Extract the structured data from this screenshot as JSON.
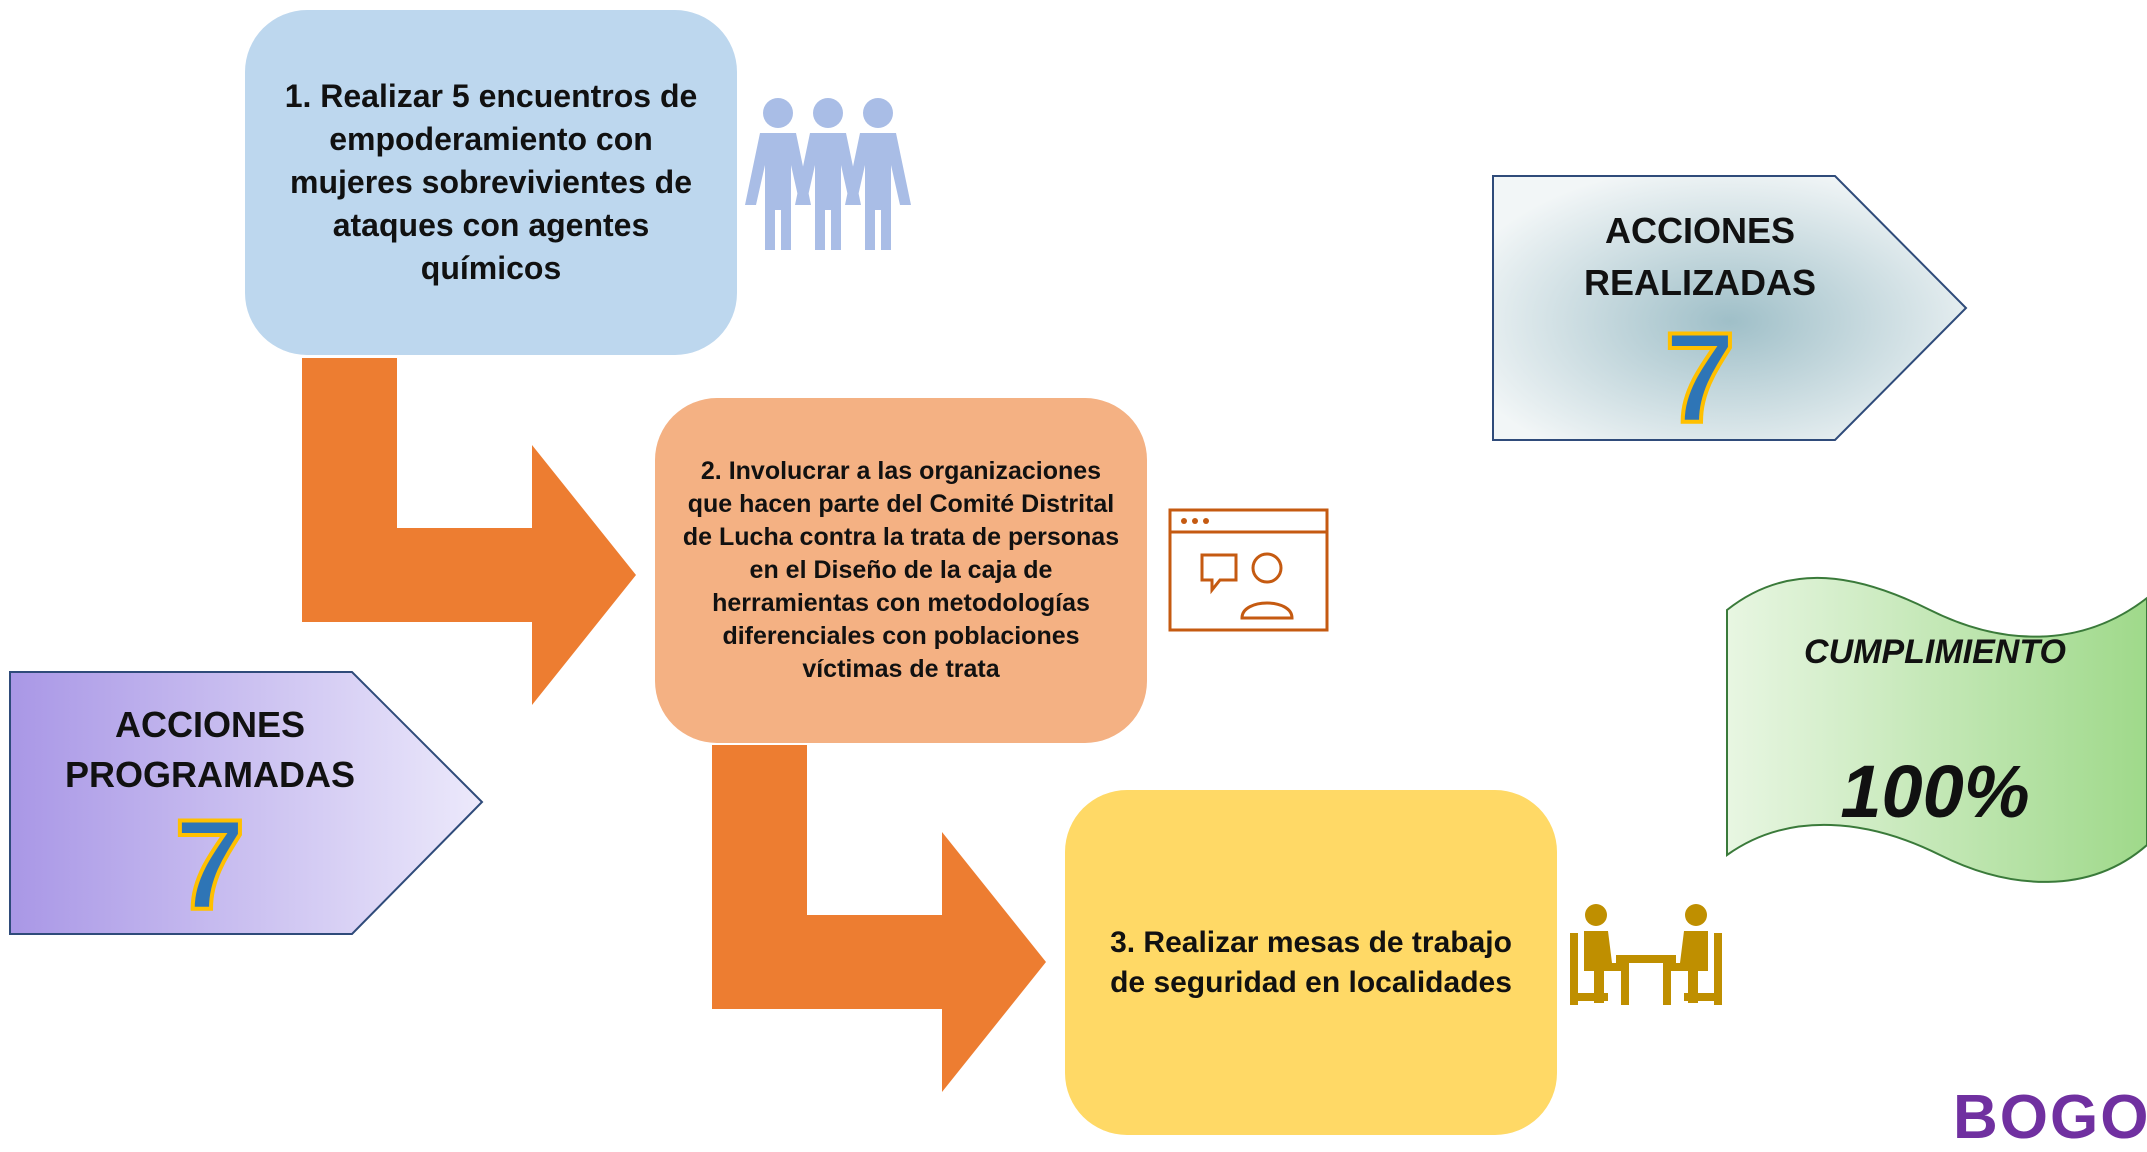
{
  "steps": [
    {
      "text": "1. Realizar 5 encuentros de empoderamiento con mujeres sobrevivientes de ataques con agentes químicos",
      "color": "#bdd7ee"
    },
    {
      "text": "2. Involucrar a las organizaciones que hacen parte del Comité Distrital de Lucha contra la trata de personas en el Diseño de la caja de herramientas con metodologías diferenciales con poblaciones víctimas de trata",
      "color": "#f4b183"
    },
    {
      "text": "3. Realizar mesas de trabajo de seguridad en localidades",
      "color": "#ffd966"
    }
  ],
  "programadas": {
    "title": "ACCIONES PROGRAMADAS",
    "value": "7"
  },
  "realizadas": {
    "title": "ACCIONES REALIZADAS",
    "value": "7"
  },
  "cumplimiento": {
    "title": "CUMPLIMIENTO",
    "value": "100%"
  },
  "logo": {
    "text": "BOGOT"
  },
  "icons": [
    "women-group-icon",
    "video-chat-icon",
    "meeting-table-icon"
  ],
  "colors": {
    "arrow": "#ed7d31",
    "number_fill": "#2e75b6",
    "number_outline": "#ffc000",
    "logo": "#7030a0"
  }
}
